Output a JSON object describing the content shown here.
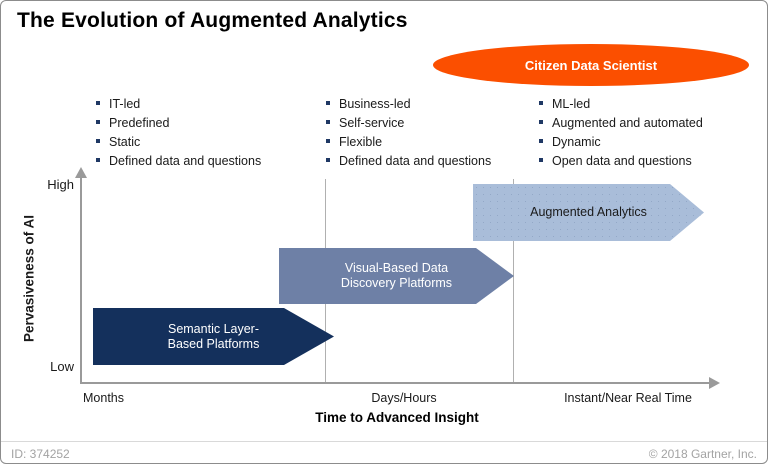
{
  "title": "The Evolution of Augmented Analytics",
  "badge": {
    "label": "Citizen Data Scientist",
    "color": "#FB4F00",
    "text_color": "#FFFFFF"
  },
  "bullet_columns": [
    {
      "items": [
        "IT-led",
        "Predefined",
        "Static",
        "Defined data and questions"
      ]
    },
    {
      "items": [
        "Business-led",
        "Self-service",
        "Flexible",
        "Defined data and questions"
      ]
    },
    {
      "items": [
        "ML-led",
        "Augmented and automated",
        "Dynamic",
        "Open data and questions"
      ]
    }
  ],
  "chart": {
    "y_axis": {
      "label": "Pervasiveness of AI",
      "top_tick": "High",
      "bottom_tick": "Low"
    },
    "x_axis": {
      "label": "Time to Advanced Insight",
      "ticks": [
        "Months",
        "Days/Hours",
        "Instant/Near Real Time"
      ]
    },
    "arrows": [
      {
        "label": "Semantic Layer-\nBased Platforms",
        "color": "#14305C",
        "text_color": "#FFFFFF"
      },
      {
        "label": "Visual-Based Data\nDiscovery Platforms",
        "color": "#6E80A6",
        "text_color": "#FFFFFF"
      },
      {
        "label": "Augmented Analytics",
        "color": "#A9BDD9",
        "text_color": "#1A1A1A"
      }
    ],
    "bullet_color": "#1F3864",
    "axis_color": "#9A9A9A",
    "gridline_color": "#B0B0B0"
  },
  "footer": {
    "id": "ID: 374252",
    "copyright": "© 2018 Gartner, Inc."
  }
}
